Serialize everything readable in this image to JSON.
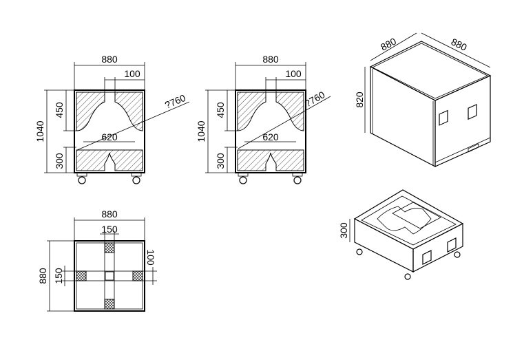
{
  "front_view_1": {
    "width": "880",
    "top_dim": "100",
    "height_total": "1040",
    "height_upper": "450",
    "height_lower": "300",
    "inner_width": "620",
    "diagonal": "?760"
  },
  "front_view_2": {
    "width": "880",
    "top_dim": "100",
    "height_total": "1040",
    "height_upper": "450",
    "height_lower": "300",
    "inner_width": "620",
    "diagonal": "?760"
  },
  "top_view": {
    "width": "880",
    "center_width": "150",
    "depth": "880",
    "side_dim": "150",
    "right_dim": "100"
  },
  "iso_lid": {
    "width": "880",
    "depth": "880",
    "height": "820"
  },
  "iso_base": {
    "height": "300"
  },
  "colors": {
    "line": "#000000",
    "background": "#ffffff"
  }
}
